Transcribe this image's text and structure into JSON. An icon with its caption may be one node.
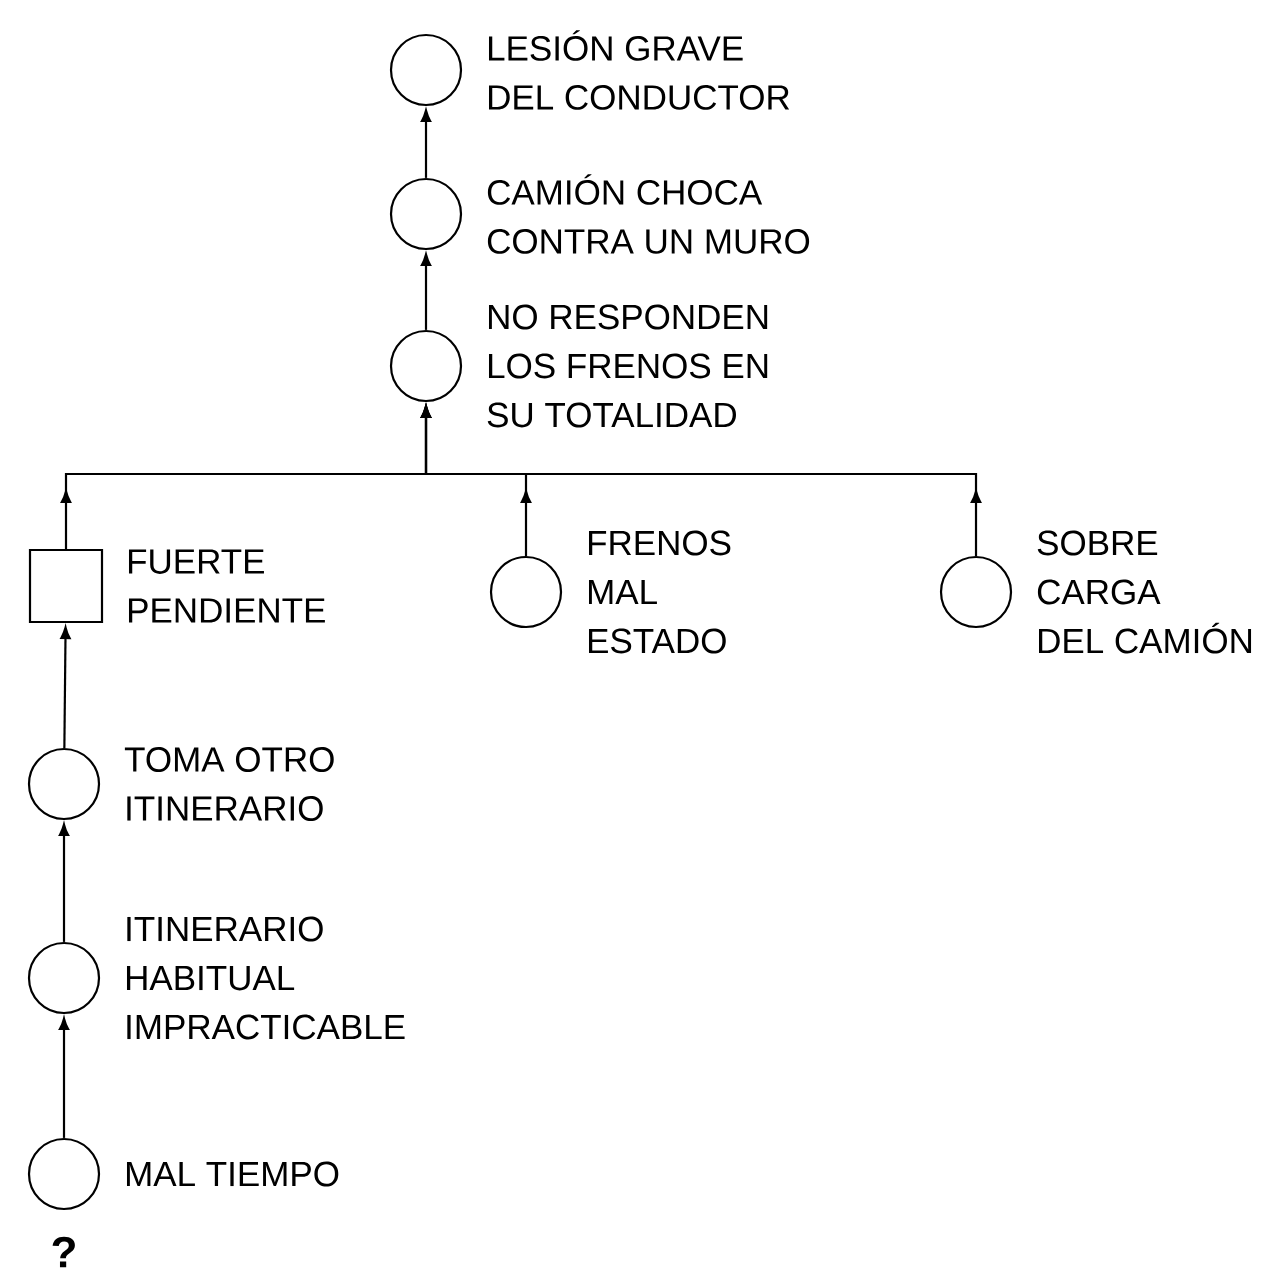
{
  "diagram": {
    "nodes": [
      {
        "text": [],
        "shape": "circle",
        "beside": [
          "LESIÓN GRAVE DEL CONDUCTOR"
        ]
      },
      {
        "text": [],
        "shape": "circle",
        "beside": [
          "CAMIÓN CHOCA CONTRA UN MURO"
        ]
      },
      {
        "text": [],
        "shape": "circle",
        "beside": [
          "NO RESPONDEN LOS FRENOS EN SU TOTALIDAD"
        ]
      },
      {
        "text": [],
        "shape": "box",
        "beside": [
          "FUERTE PENDIENTE"
        ]
      },
      {
        "text": [],
        "shape": "circle",
        "beside": [
          "FRENOS MAL ESTADO"
        ]
      },
      {
        "text": [],
        "shape": "circle",
        "beside": [
          "SOBRE CARGA DEL CAMIÓN"
        ]
      },
      {
        "text": [],
        "shape": "circle",
        "beside": [
          "TOMA OTRO ITINERARIO"
        ]
      },
      {
        "text": [],
        "shape": "circle",
        "beside": [
          "ITINERARIO HABITUAL IMPRACTICABLE"
        ]
      },
      {
        "text": [],
        "shape": "circle",
        "beside": [
          "MAL TIEMPO",
          "?"
        ]
      }
    ],
    "edges": [
      {
        "from": 1,
        "to": 0,
        "arrow": "to"
      },
      {
        "from": 2,
        "to": 1,
        "arrow": "to"
      },
      {
        "from": 3,
        "to": 2,
        "arrow": "to"
      },
      {
        "from": 4,
        "to": 2,
        "arrow": "to"
      },
      {
        "from": 5,
        "to": 2,
        "arrow": "to"
      },
      {
        "from": 6,
        "to": 3,
        "arrow": "to"
      },
      {
        "from": 7,
        "to": 6,
        "arrow": "to"
      },
      {
        "from": 8,
        "to": 7,
        "arrow": "to"
      }
    ]
  }
}
